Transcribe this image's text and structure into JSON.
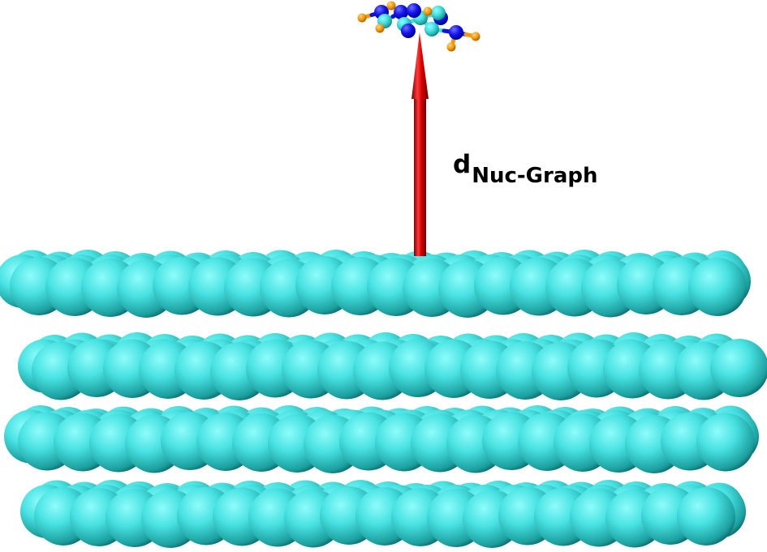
{
  "figure": {
    "label_symbol": "d",
    "label_subscript": "Nuc-Graph"
  },
  "colors": {
    "background": "#ffffff",
    "graphite_atom": "#40e0e0",
    "carbon_atom": "#40e0e0",
    "nitrogen_atom": "#0000ff",
    "hydrogen_atom": "#ff9900",
    "arrow": "#d40000",
    "label_text": "#000000"
  },
  "layers": {
    "graphene_sheet_count": 4
  }
}
